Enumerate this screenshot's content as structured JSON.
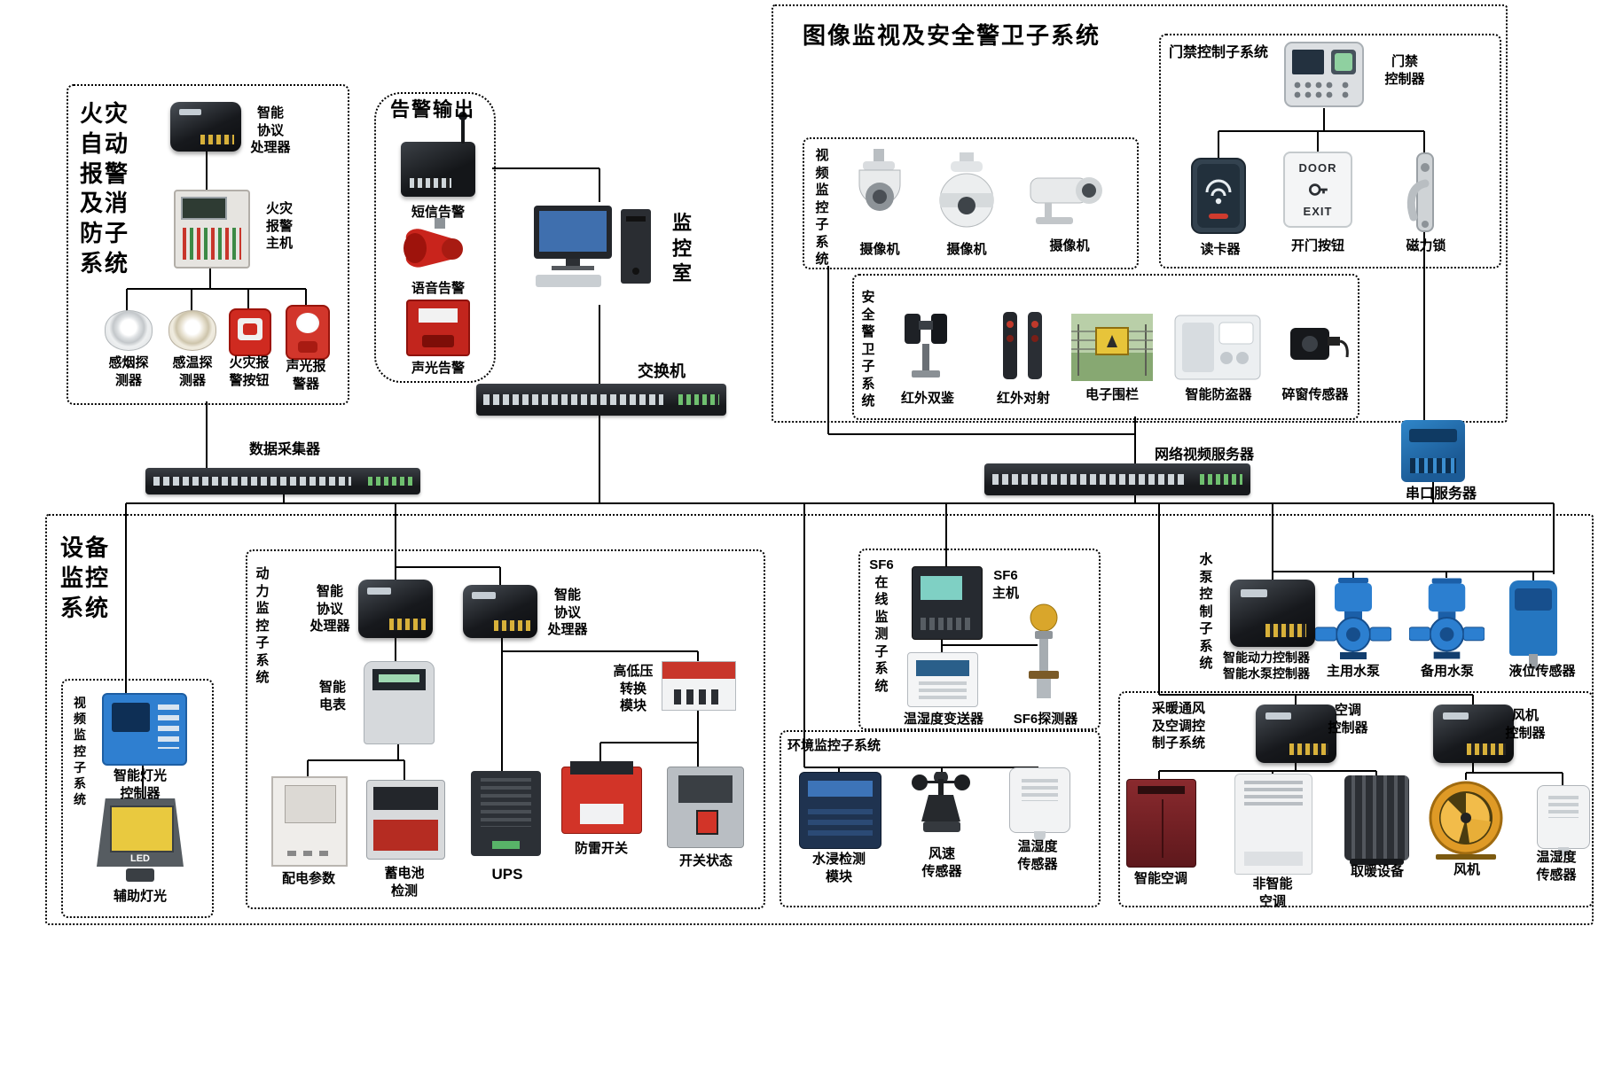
{
  "palette": {
    "line": "#000000",
    "accent_red": "#c8241c",
    "accent_blue": "#2f7fd0"
  },
  "fire": {
    "title": "火灾\n自动\n报警\n及消\n防子\n系统",
    "processor": "智能\n协议\n处理器",
    "host": "火灾\n报警\n主机",
    "smoke": "感烟探\n测器",
    "heat": "感温探\n测器",
    "button": "火灾报\n警按钮",
    "sounder": "声光报\n警器"
  },
  "alarm_out": {
    "title": "告警输出",
    "sms": "短信告警",
    "voice": "语音告警",
    "light": "声光告警"
  },
  "room": {
    "monitor_room": "监\n控\n室",
    "switch": "交换机",
    "collector": "数据采集器",
    "nvr": "网络视频服务器",
    "serial": "串口服务器"
  },
  "surv": {
    "title": "图像监视及安全警卫子系统",
    "video": {
      "title": "视\n频\n监\n控\n子\n系\n统",
      "cam1": "摄像机",
      "cam2": "摄像机",
      "cam3": "摄像机"
    },
    "access": {
      "title": "门禁控制子系统",
      "controller": "门禁\n控制器",
      "reader": "读卡器",
      "button": "开门按钮",
      "door": "DOOR",
      "exit": "EXIT",
      "lock": "磁力锁"
    },
    "guard": {
      "title": "安\n全\n警\n卫\n子\n系\n统",
      "ir2": "红外双鉴",
      "beam": "红外对射",
      "fence": "电子围栏",
      "burglar": "智能防盗器",
      "glass": "碎窗传感器"
    }
  },
  "equip": {
    "title": "设备\n监控\n系统",
    "video2": {
      "title": "视\n频\n监\n控\n子\n系\n统",
      "light_ctrl": "智能灯光\n控制器",
      "aux": "辅助灯光",
      "led": "LED"
    },
    "power": {
      "title": "动\n力\n监\n控\n子\n系\n统",
      "pp1": "智能\n协议\n处理器",
      "pp2": "智能\n协议\n处理器",
      "meter": "智能\n电表",
      "hv": "高低压\n转换\n模块",
      "dist": "配电参数",
      "battery": "蓄电池\n检测",
      "ups": "UPS",
      "arrester": "防雷开关",
      "status": "开关状态"
    },
    "sf6": {
      "title": "SF6\n在\n线\n监\n测\n子\n系\n统",
      "host": "SF6\n主机",
      "trans": "温湿度变送器",
      "detector": "SF6探测器"
    },
    "env": {
      "title": "环境监控子系统",
      "water": "水浸检测\n模块",
      "wind": "风速\n传感器",
      "hum": "温湿度\n传感器"
    },
    "pump": {
      "title": "水\n泵\n控\n制\n子\n系\n统",
      "ctrl": "智能动力控制器\n智能水泵控制器",
      "main": "主用水泵",
      "backup": "备用水泵",
      "level": "液位传感器"
    },
    "hvac": {
      "title": "采暖通风\n及空调控\n制子系统",
      "ac_ctrl": "空调\n控制器",
      "fan_ctrl": "风机\n控制器",
      "smart_ac": "智能空调",
      "plain_ac": "非智能\n空调",
      "heater": "取暖设备",
      "fan": "风机",
      "hum": "温湿度\n传感器"
    }
  }
}
